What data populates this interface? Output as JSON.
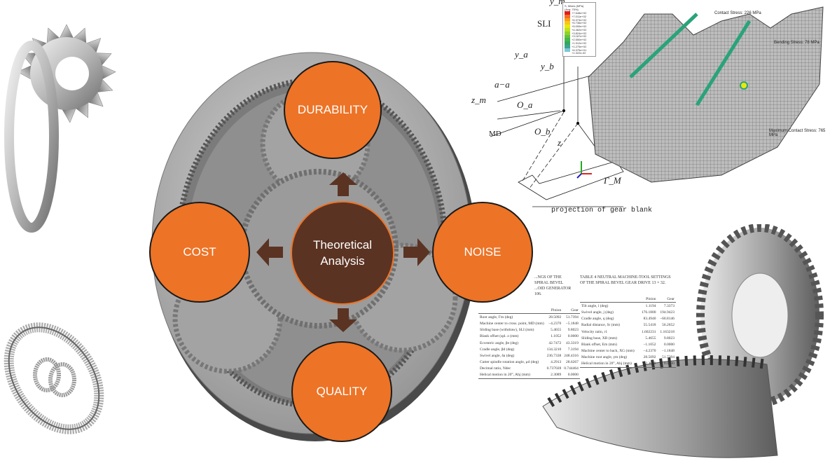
{
  "diagram": {
    "center": {
      "line1": "Theoretical",
      "line2": "Analysis"
    },
    "nodes": {
      "top": "DURABILITY",
      "left": "COST",
      "right": "NOISE",
      "bottom": "QUALITY"
    },
    "colors": {
      "node": "#ED7326",
      "center": "#5B3323",
      "arrow": "#5B3323"
    }
  },
  "machine_diagram": {
    "labels": [
      "SLI",
      "y_a",
      "y_b",
      "a−a",
      "z_m",
      "O_a",
      "O_b",
      "MD",
      "y_m",
      "z",
      "Γ_M"
    ],
    "caption": "projection of gear blank"
  },
  "fea": {
    "legend_title": "S, Mises (MPa)",
    "legend_sub": "(Avg: 75%)",
    "legend_values": [
      "+7.648e+02",
      "+7.011e+02",
      "+6.374e+02",
      "+5.736e+02",
      "+5.099e+02",
      "+4.462e+02",
      "+3.824e+02",
      "+3.187e+02",
      "+2.550e+02",
      "+1.912e+02",
      "+1.275e+02",
      "+6.375e+01",
      "+1.322e-02"
    ],
    "legend_colors": [
      "#e31a1c",
      "#f46d1f",
      "#fa9a1a",
      "#f8c613",
      "#e9e80c",
      "#bfe01a",
      "#8fd12b",
      "#63c33a",
      "#44b54b",
      "#33a85a",
      "#3aa391",
      "#7cc7d6",
      "#ffffff"
    ],
    "annotations": {
      "contact": "Contact Stress: 226 MPa",
      "bending": "Bending Stress: 78 MPa",
      "max_contact": "Maximum Contact Stress: 765 MPa"
    }
  },
  "table3": {
    "title": "...NGS OF THE SPIRAL BEVEL ...OID GENERATOR 106.",
    "headers": [
      "",
      "Pinion",
      "Gear"
    ],
    "rows": [
      [
        "Root angle, Γm (deg)",
        "28.5092",
        "51.7394"
      ],
      [
        "Machine center to cross. point, MD (mm)",
        "−4.2370",
        "−5.1848"
      ],
      [
        "Sliding base (withdraw), SLI (mm)",
        "5.4655",
        "9.8023"
      ],
      [
        "Blank offset (spl. z (mm)",
        "1.1052",
        "0.0000"
      ],
      [
        "Eccentric angle, βe (deg)",
        "42.7472",
        "43.3319"
      ],
      [
        "Cradle angle, βd (deg)",
        "134.3210",
        "7.3194"
      ],
      [
        "Swivel angle, δa (deg)",
        "236.7338",
        "248.4316"
      ],
      [
        "Cutter spindle rotation angle, μd (deg)",
        "4.2913",
        "28.6267"
      ],
      [
        "Decimal ratio, Ndec",
        "0.737028",
        "0.744464"
      ],
      [
        "Helical motion in 20°, Ahj (mm)",
        "2.3089",
        "0.0000"
      ]
    ]
  },
  "table4": {
    "title": "TABLE 4   NEUTRAL MACHINE-TOOL SETTINGS OF THE SPIRAL BEVEL GEAR DRIVE 13 × 32.",
    "headers": [
      "",
      "Pinion",
      "Gear"
    ],
    "rows": [
      [
        "Tilt angle, i (deg)",
        "1.1194",
        "7.3373"
      ],
      [
        "Swivel angle, j (deg)",
        "176.1800",
        "194.9423"
      ],
      [
        "Cradle angle, q (deg)",
        "83.4940",
        "−60.8146"
      ],
      [
        "Radial distance, Sr (mm)",
        "55.5418",
        "56.2652"
      ],
      [
        "Velocity ratio, r1",
        "1.602231",
        "1.163218"
      ],
      [
        "Sliding base, XB (mm)",
        "5.4655",
        "9.8023"
      ],
      [
        "Blank offset, Em (mm)",
        "−1.1052",
        "0.0000"
      ],
      [
        "Machine center to back, XG (mm)",
        "−4.2370",
        "−1.1848"
      ],
      [
        "Machine root angle, γm (deg)",
        "28.5092",
        "51.7394"
      ],
      [
        "Helical motion in 20°, Ahj (mm)",
        "2.3089",
        "0.0000"
      ]
    ]
  }
}
